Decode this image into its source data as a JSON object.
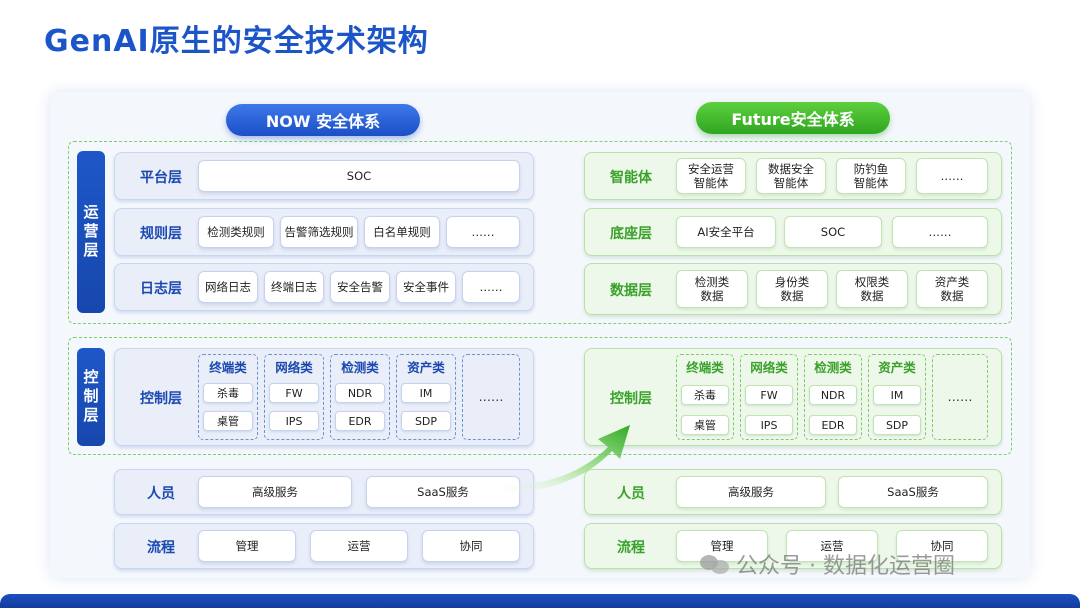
{
  "title": "GenAI原生的安全技术架构",
  "now_label": "NOW 安全体系",
  "future_label": "Future安全体系",
  "side_labels": {
    "ops": "运营层",
    "ctrl": "控制层"
  },
  "now": {
    "platform": {
      "name": "平台层",
      "cells": [
        "SOC"
      ]
    },
    "rules": {
      "name": "规则层",
      "cells": [
        "检测类规则",
        "告警筛选规则",
        "白名单规则",
        "……"
      ]
    },
    "logs": {
      "name": "日志层",
      "cells": [
        "网络日志",
        "终端日志",
        "安全告警",
        "安全事件",
        "……"
      ]
    },
    "control": {
      "name": "控制层",
      "groups": [
        {
          "title": "终端类",
          "items": [
            "杀毒",
            "桌管"
          ]
        },
        {
          "title": "网络类",
          "items": [
            "FW",
            "IPS"
          ]
        },
        {
          "title": "检测类",
          "items": [
            "NDR",
            "EDR"
          ]
        },
        {
          "title": "资产类",
          "items": [
            "IM",
            "SDP"
          ]
        }
      ],
      "more": "……"
    },
    "people": {
      "name": "人员",
      "cells": [
        "高级服务",
        "SaaS服务"
      ]
    },
    "process": {
      "name": "流程",
      "cells": [
        "管理",
        "运营",
        "协同"
      ]
    }
  },
  "future": {
    "agent": {
      "name": "智能体",
      "cells": [
        "安全运营\n智能体",
        "数据安全\n智能体",
        "防钓鱼\n智能体",
        "……"
      ]
    },
    "base": {
      "name": "底座层",
      "cells": [
        "AI安全平台",
        "SOC",
        "……"
      ]
    },
    "data": {
      "name": "数据层",
      "cells": [
        "检测类\n数据",
        "身份类\n数据",
        "权限类\n数据",
        "资产类\n数据"
      ]
    },
    "control": {
      "name": "控制层",
      "groups": [
        {
          "title": "终端类",
          "items": [
            "杀毒",
            "桌管"
          ]
        },
        {
          "title": "网络类",
          "items": [
            "FW",
            "IPS"
          ]
        },
        {
          "title": "检测类",
          "items": [
            "NDR",
            "EDR"
          ]
        },
        {
          "title": "资产类",
          "items": [
            "IM",
            "SDP"
          ]
        }
      ],
      "more": "……"
    },
    "people": {
      "name": "人员",
      "cells": [
        "高级服务",
        "SaaS服务"
      ]
    },
    "process": {
      "name": "流程",
      "cells": [
        "管理",
        "运营",
        "协同"
      ]
    }
  },
  "watermark": "公众号 · 数据化运营圈",
  "colors": {
    "blue": "#1c55c8",
    "green": "#3aa22b"
  }
}
